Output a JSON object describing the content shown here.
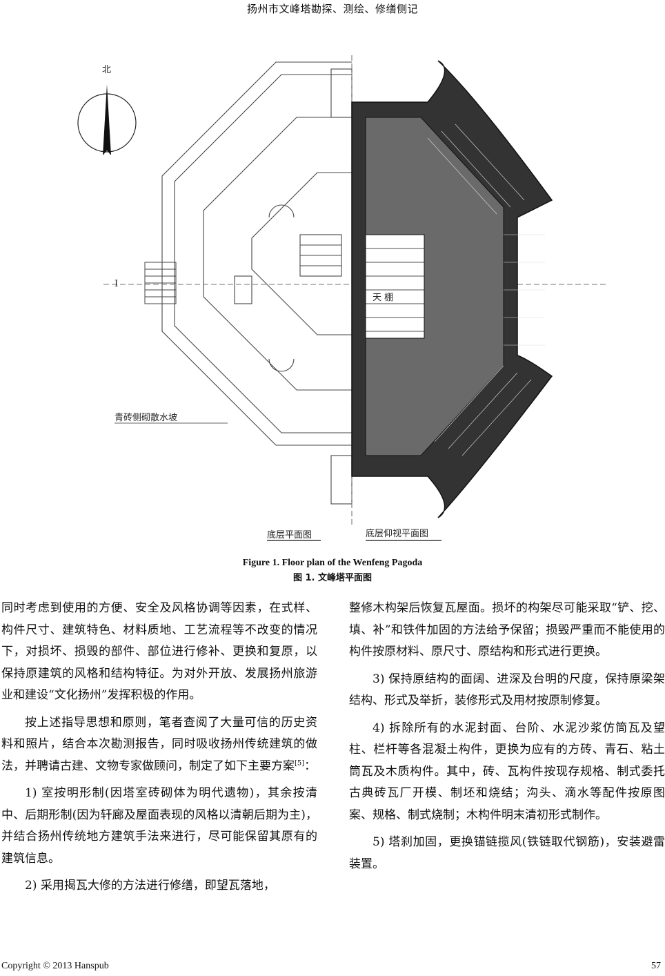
{
  "header": {
    "running_title": "扬州市文峰塔勘探、测绘、修缮侧记"
  },
  "figure": {
    "north_label": "北",
    "section_mark": "I",
    "apron_label": "青砖侧砌散水坡",
    "left_plan_label": "底层平面图",
    "right_plan_label": "底层仰视平面图",
    "skylight_label": "天 棚",
    "caption_en": "Figure 1. Floor plan of the Wenfeng Pagoda",
    "caption_cn": "图 1.  文峰塔平面图"
  },
  "body": {
    "left": [
      {
        "text": "同时考虑到使用的方便、安全及风格协调等因素，在式样、构件尺寸、建筑特色、材料质地、工艺流程等不改变的情况下，对损坏、损毁的部件、部位进行修补、更换和复原，以保持原建筑的风格和结构特征。为对外开放、发展扬州旅游业和建设“文化扬州”发挥积极的作用。",
        "indent": false
      },
      {
        "text": "按上述指导思想和原则，笔者查阅了大量可信的历史资料和照片，结合本次勘测报告，同时吸收扬州传统建筑的做法，并聘请古建、文物专家做顾问，制定了如下主要方案",
        "sup": "[5]",
        "tail": "：",
        "indent": true
      },
      {
        "text": "1) 室按明形制(因塔室砖砌体为明代遗物)，其余按清中、后期形制(因为轩廊及屋面表现的风格以清朝后期为主)，并结合扬州传统地方建筑手法来进行，尽可能保留其原有的建筑信息。",
        "indent": true
      },
      {
        "text": "2) 采用揭瓦大修的方法进行修缮，即望瓦落地，",
        "indent": true
      }
    ],
    "right": [
      {
        "text": "整修木构架后恢复瓦屋面。损坏的构架尽可能采取“铲、挖、填、补”和铁件加固的方法给予保留；损毁严重而不能使用的构件按原材料、原尺寸、原结构和形式进行更换。",
        "indent": false
      },
      {
        "text": "3) 保持原结构的面阔、进深及台明的尺度，保持原梁架结构、形式及举折，装修形式及用材按原制修复。",
        "indent": true
      },
      {
        "text": "4) 拆除所有的水泥封面、台阶、水泥沙浆仿筒瓦及望柱、栏杆等各混凝土构件，更换为应有的方砖、青石、粘土筒瓦及木质构件。其中，砖、瓦构件按现存规格、制式委托古典砖瓦厂开模、制坯和烧结；沟头、滴水等配件按原图案、规格、制式烧制；木构件明末清初形式制作。",
        "indent": true
      },
      {
        "text": "5) 塔刹加固，更换锚链揽风(铁链取代钢筋)，安装避雷装置。",
        "indent": true
      }
    ]
  },
  "footer": {
    "copyright": "Copyright © 2013 Hanspub",
    "page_number": "57"
  }
}
